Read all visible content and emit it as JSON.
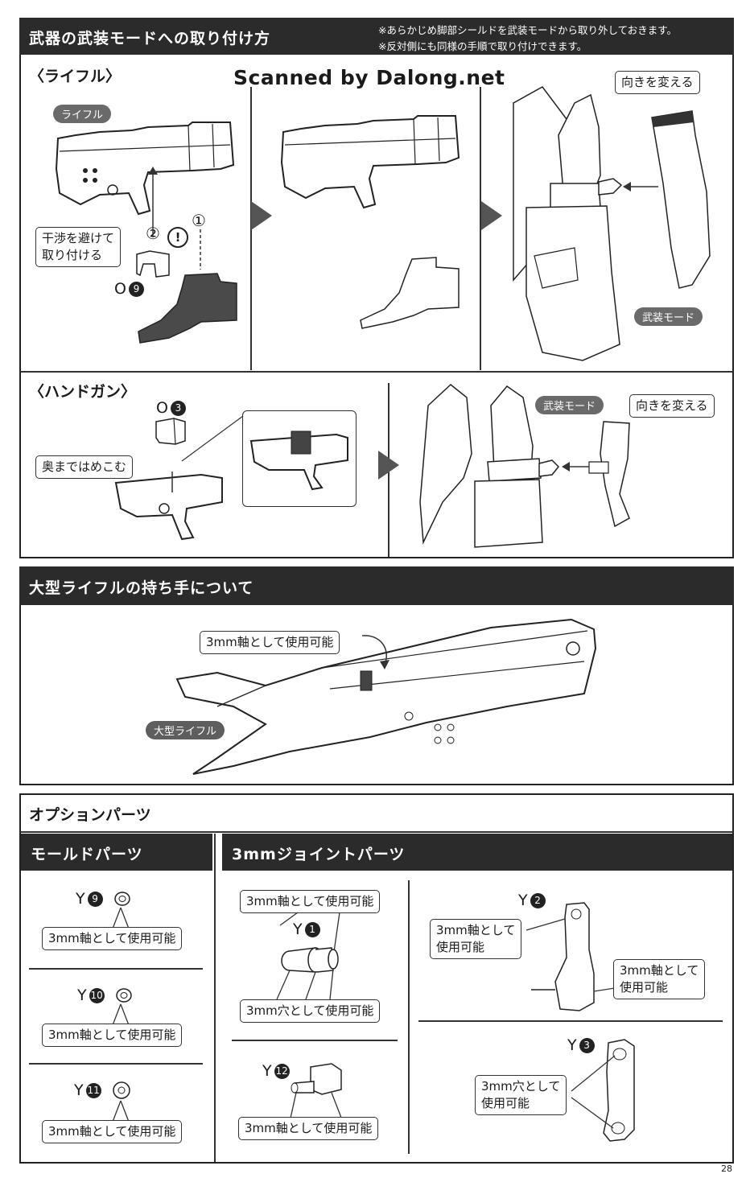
{
  "header": {
    "title": "武器の武装モードへの取り付け方",
    "note1": "※あらかじめ脚部シールドを武装モードから取り外しておきます。",
    "note2": "※反対側にも同様の手順で取り付けできます。",
    "watermark": "Scanned by Dalong.net"
  },
  "rifle": {
    "heading": "〈ライフル〉",
    "part_name": "ライフル",
    "avoid_note": "干渉を避けて\n取り付ける",
    "step1": "①",
    "step2": "②",
    "warn": "!",
    "part_code": "O",
    "part_num": "9",
    "turn_label": "向きを変える",
    "mode_label": "武装モード"
  },
  "handgun": {
    "heading": "〈ハンドガン〉",
    "part_code": "O",
    "part_num": "3",
    "push_label": "奥まではめこむ",
    "turn_label": "向きを変える",
    "mode_label": "武装モード"
  },
  "large_rifle": {
    "title": "大型ライフルの持ち手について",
    "axis_label": "3mm軸として使用可能",
    "part_name": "大型ライフル"
  },
  "options": {
    "title": "オプションパーツ",
    "mold": {
      "title": "モールドパーツ",
      "items": [
        {
          "code": "Y",
          "num": "9",
          "label": "3mm軸として使用可能"
        },
        {
          "code": "Y",
          "num": "10",
          "label": "3mm軸として使用可能"
        },
        {
          "code": "Y",
          "num": "11",
          "label": "3mm軸として使用可能"
        }
      ]
    },
    "joint": {
      "title": "3mmジョイントパーツ",
      "y1": {
        "code": "Y",
        "num": "1",
        "top_label": "3mm軸として使用可能",
        "bottom_label": "3mm穴として使用可能"
      },
      "y12": {
        "code": "Y",
        "num": "12",
        "label": "3mm軸として使用可能"
      },
      "y2": {
        "code": "Y",
        "num": "2",
        "left_label": "3mm軸として\n使用可能",
        "right_label": "3mm軸として\n使用可能"
      },
      "y3": {
        "code": "Y",
        "num": "3",
        "label": "3mm穴として\n使用可能"
      }
    }
  },
  "page_number": "28"
}
